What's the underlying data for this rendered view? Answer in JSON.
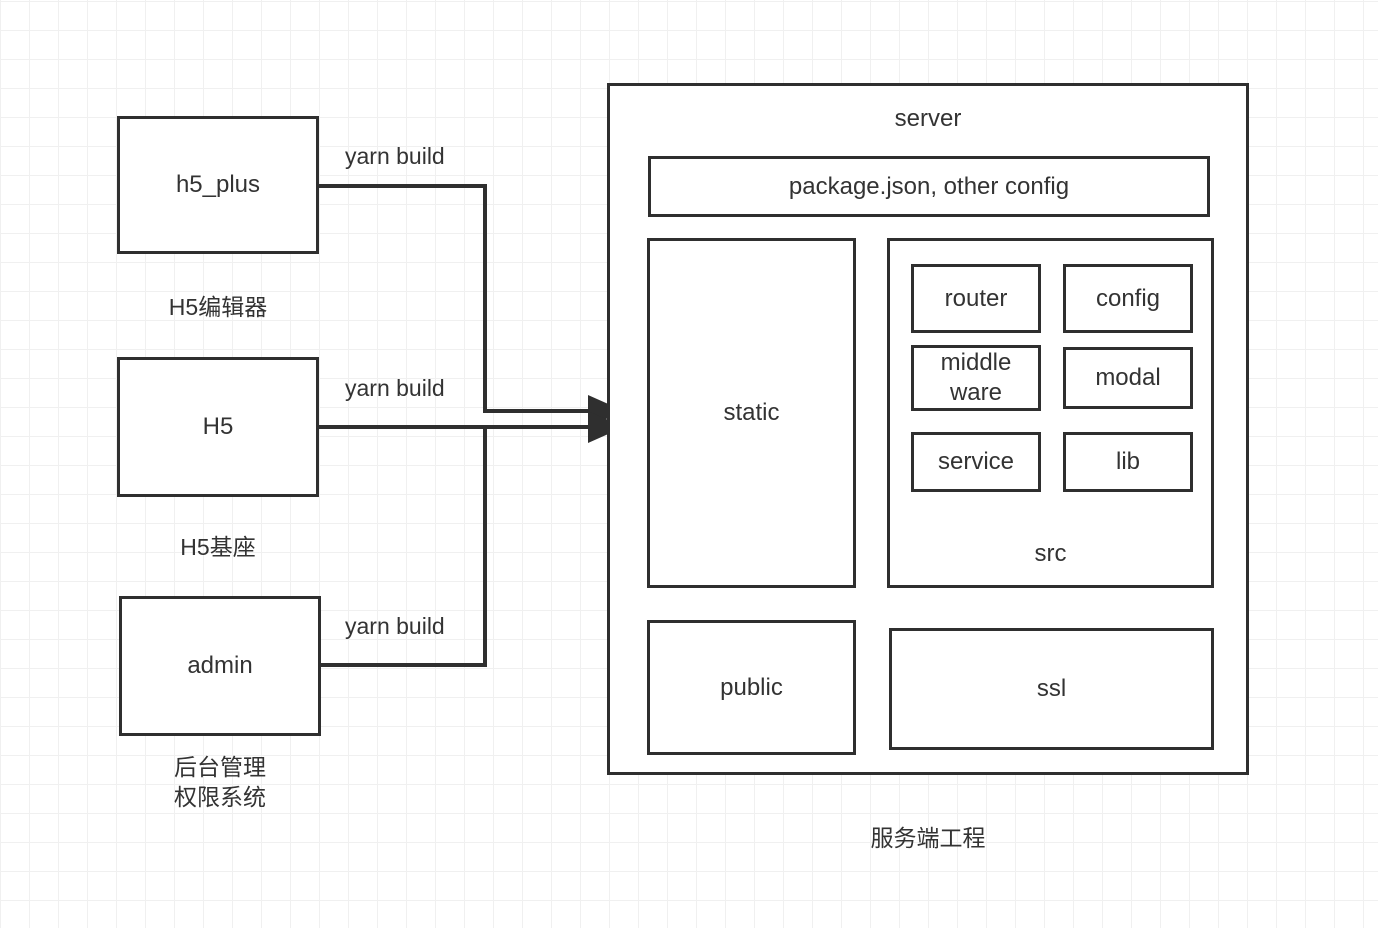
{
  "diagram": {
    "title_note": "H5 platform build and server project structure",
    "background": {
      "grid_minor_color": "#f0f0f0",
      "grid_major_color": "#e8e8e8",
      "page_color": "#ffffff"
    },
    "stroke_color": "#2f2f2f",
    "text_color": "#333333"
  },
  "left_column": {
    "nodes": [
      {
        "id": "h5_plus",
        "label": "h5_plus",
        "caption": "H5编辑器",
        "edge_label": "yarn build"
      },
      {
        "id": "h5",
        "label": "H5",
        "caption": "H5基座",
        "edge_label": "yarn build"
      },
      {
        "id": "admin",
        "label": "admin",
        "caption": "后台管理\n权限系统",
        "edge_label": "yarn build"
      }
    ]
  },
  "server": {
    "label": "server",
    "caption": "服务端工程",
    "config_box": {
      "label": "package.json, other config"
    },
    "static_box": {
      "label": "static"
    },
    "src_box": {
      "label": "src",
      "children": [
        {
          "id": "router",
          "label": "router"
        },
        {
          "id": "config",
          "label": "config"
        },
        {
          "id": "middleware",
          "label": "middle\nware"
        },
        {
          "id": "modal",
          "label": "modal"
        },
        {
          "id": "service",
          "label": "service"
        },
        {
          "id": "lib",
          "label": "lib"
        }
      ]
    },
    "public_box": {
      "label": "public"
    },
    "ssl_box": {
      "label": "ssl"
    }
  },
  "connectors": [
    {
      "from": "h5_plus",
      "to": "static",
      "label": "yarn build"
    },
    {
      "from": "h5",
      "to": "static",
      "label": "yarn build"
    },
    {
      "from": "admin",
      "to": "static",
      "label": "yarn build"
    }
  ]
}
